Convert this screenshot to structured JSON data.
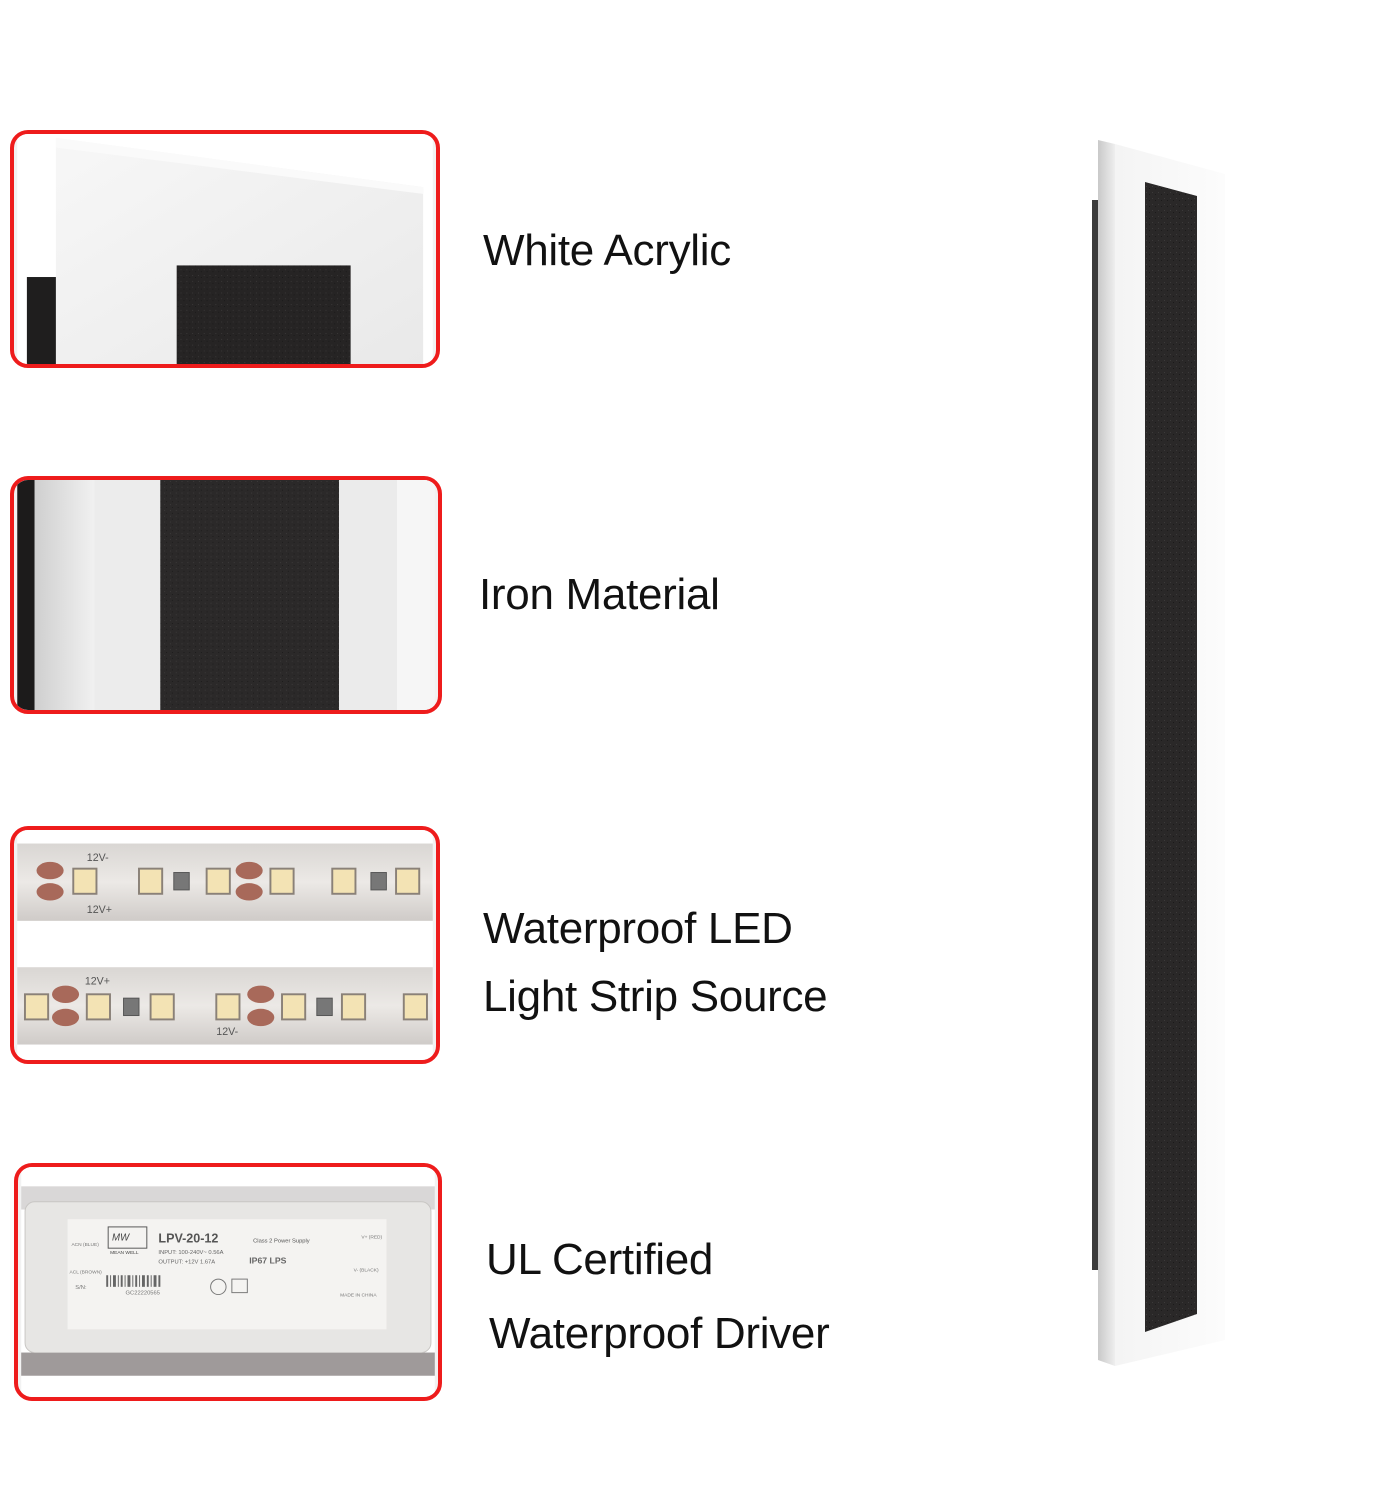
{
  "features": [
    {
      "label": "White Acrylic"
    },
    {
      "label": "Iron Material"
    },
    {
      "label_line1": "Waterproof LED",
      "label_line2": "Light Strip Source"
    },
    {
      "label_line1": "UL Certified",
      "label_line2": "Waterproof Driver"
    }
  ],
  "strip_marks": {
    "plus": "12V+",
    "minus": "12V-"
  },
  "driver_label": {
    "brand": "MW",
    "brand_sub": "MEAN WELL",
    "model": "LPV-20-12",
    "class": "Class 2 Power Supply",
    "input": "INPUT: 100-240V~ 0.56A",
    "output": "OUTPUT: +12V 1.67A",
    "ip": "IP67 LPS",
    "left_acn": "ACN (BLUE)",
    "left_acl": "ACL (BROWN)",
    "sn": "S/N:",
    "serial": "GC22220565",
    "right_vplus": "V+ (RED)",
    "right_vminus": "V- (BLACK)",
    "made_in": "MADE IN CHINA"
  },
  "colors": {
    "frame_border": "#ee1c1c",
    "acrylic": "#f4f4f4",
    "iron": "#2a2828",
    "led_chip": "#f3e3b4"
  }
}
